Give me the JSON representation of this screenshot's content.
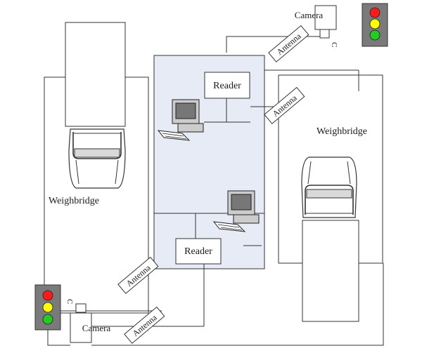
{
  "labels": {
    "weighbridge_left": "Weighbridge",
    "weighbridge_right": "Weighbridge",
    "reader_top": "Reader",
    "reader_bottom": "Reader",
    "camera_top": "Camera",
    "camera_bottom": "Camera",
    "camera_c_top": "C",
    "camera_c_bottom": "C",
    "antenna_top_1": "Antenna",
    "antenna_top_2": "Antenna",
    "antenna_bottom_1": "Antenna",
    "antenna_bottom_2": "Antenna"
  },
  "colors": {
    "control_room_fill": "#e6ebf5",
    "line": "#333333",
    "light_red": "#ff1a1a",
    "light_yellow": "#ffff00",
    "light_green": "#22cc22",
    "traffic_light_body": "#7a7a7a",
    "truck_cab": "#d9d9d9"
  },
  "icons": [
    "computer-icon",
    "traffic-light-icon",
    "camera-icon",
    "truck-icon"
  ]
}
